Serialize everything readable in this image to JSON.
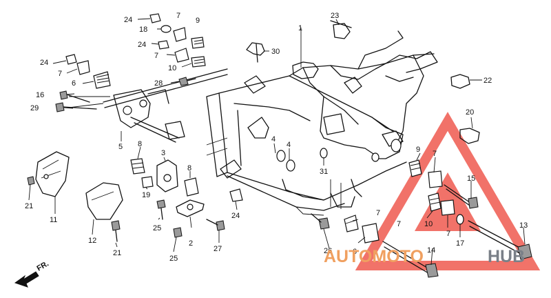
{
  "labels": {
    "l1": "1",
    "l2": "2",
    "l3": "3",
    "l4a": "4",
    "l4b": "4",
    "l5": "5",
    "l6a": "6",
    "l6b": "6",
    "l7a": "7",
    "l7b": "7",
    "l7c": "7",
    "l7d": "7",
    "l7e": "7",
    "l7f": "7",
    "l7g": "7",
    "l8a": "8",
    "l8b": "8",
    "l9a": "9",
    "l9b": "9",
    "l10a": "10",
    "l10b": "10",
    "l11": "11",
    "l12": "12",
    "l13": "13",
    "l14": "14",
    "l15": "15",
    "l16": "16",
    "l17": "17",
    "l18": "18",
    "l19": "19",
    "l20": "20",
    "l21a": "21",
    "l21b": "21",
    "l22": "22",
    "l23": "23",
    "l24a": "24",
    "l24b": "24",
    "l24c": "24",
    "l24d": "24",
    "l25a": "25",
    "l25b": "25",
    "l26": "26",
    "l27": "27",
    "l28": "28",
    "l29": "29",
    "l30": "30",
    "l31": "31"
  },
  "direction_label": "FR.",
  "watermark": {
    "part1": "AUTOMOTO",
    "part2": "HUB",
    "color_accent": "#e8453c"
  }
}
